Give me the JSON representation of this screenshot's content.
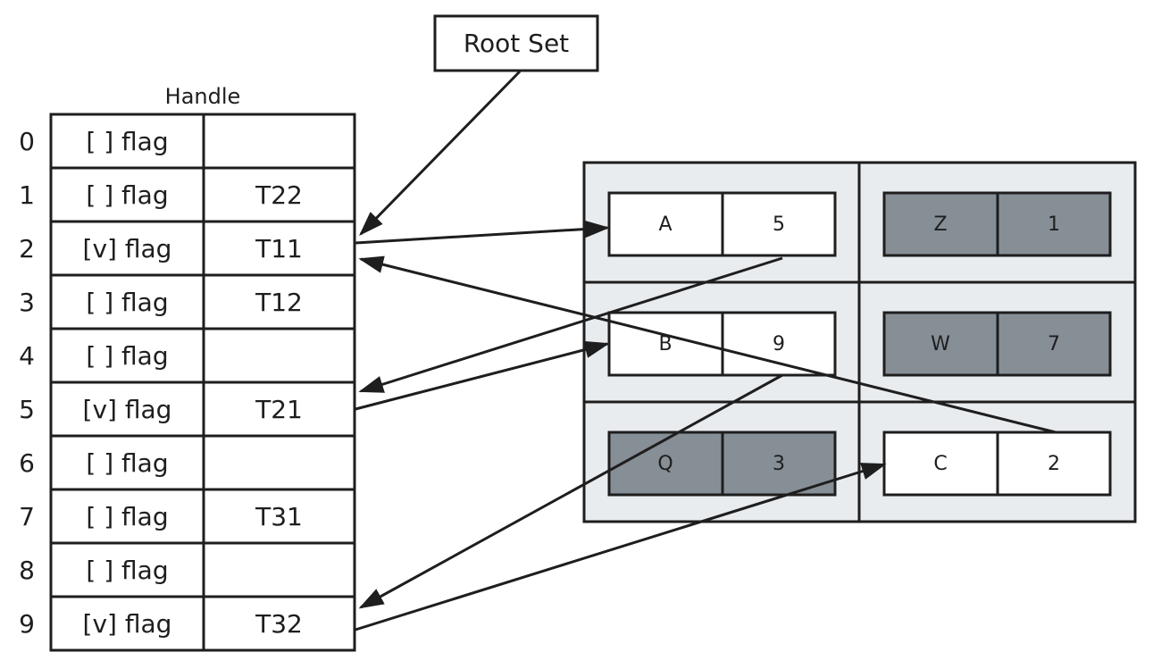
{
  "root_set": {
    "label": "Root Set"
  },
  "handle_table": {
    "title": "Handle",
    "rows": [
      {
        "index": "0",
        "flag": "[ ] flag",
        "value": ""
      },
      {
        "index": "1",
        "flag": "[ ] flag",
        "value": "T22"
      },
      {
        "index": "2",
        "flag": "[v] flag",
        "value": "T11"
      },
      {
        "index": "3",
        "flag": "[ ] flag",
        "value": "T12"
      },
      {
        "index": "4",
        "flag": "[ ] flag",
        "value": ""
      },
      {
        "index": "5",
        "flag": "[v] flag",
        "value": "T21"
      },
      {
        "index": "6",
        "flag": "[ ] flag",
        "value": ""
      },
      {
        "index": "7",
        "flag": "[ ] flag",
        "value": "T31"
      },
      {
        "index": "8",
        "flag": "[ ] flag",
        "value": ""
      },
      {
        "index": "9",
        "flag": "[v] flag",
        "value": "T32"
      }
    ]
  },
  "heap": {
    "objects": [
      {
        "id": "T11",
        "name": "A",
        "ref": "5",
        "live": true
      },
      {
        "id": "T12",
        "name": "Z",
        "ref": "1",
        "live": false
      },
      {
        "id": "T21",
        "name": "B",
        "ref": "9",
        "live": true
      },
      {
        "id": "T22",
        "name": "W",
        "ref": "7",
        "live": false
      },
      {
        "id": "T31",
        "name": "Q",
        "ref": "3",
        "live": false
      },
      {
        "id": "T32",
        "name": "C",
        "ref": "2",
        "live": true
      }
    ]
  },
  "colors": {
    "stroke": "#1e1e1e",
    "region_fill": "#e9ecef",
    "dead_object_fill": "#868e96",
    "live_object_fill": "#ffffff"
  }
}
